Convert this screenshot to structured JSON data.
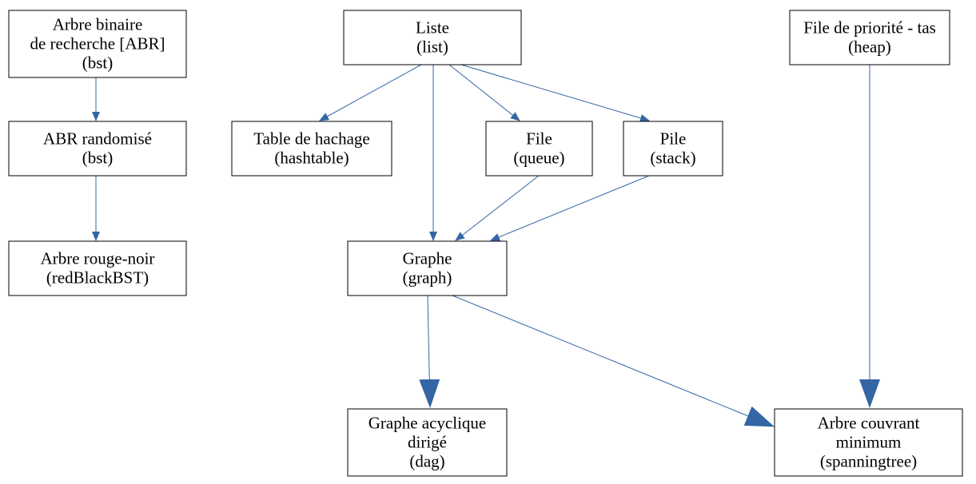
{
  "colors": {
    "edge": "#3465a4",
    "node_border": "#000000",
    "node_fill": "#ffffff",
    "text": "#000000"
  },
  "nodes": [
    {
      "id": "bst",
      "lines": [
        "Arbre binaire",
        "de recherche [ABR]",
        "(bst)"
      ]
    },
    {
      "id": "random-bst",
      "lines": [
        "ABR randomisé",
        "(bst)"
      ]
    },
    {
      "id": "redblack",
      "lines": [
        "Arbre rouge-noir",
        "(redBlackBST)"
      ]
    },
    {
      "id": "list",
      "lines": [
        "Liste",
        "(list)"
      ]
    },
    {
      "id": "hashtable",
      "lines": [
        "Table de hachage",
        "(hashtable)"
      ]
    },
    {
      "id": "queue",
      "lines": [
        "File",
        "(queue)"
      ]
    },
    {
      "id": "stack",
      "lines": [
        "Pile",
        "(stack)"
      ]
    },
    {
      "id": "graph",
      "lines": [
        "Graphe",
        "(graph)"
      ]
    },
    {
      "id": "dag",
      "lines": [
        "Graphe acyclique",
        "dirigé",
        "(dag)"
      ]
    },
    {
      "id": "heap",
      "lines": [
        "File de priorité - tas",
        "(heap)"
      ]
    },
    {
      "id": "spanningtree",
      "lines": [
        "Arbre couvrant",
        "minimum",
        "(spanningtree)"
      ]
    }
  ],
  "edges": [
    {
      "from": "bst",
      "to": "random-bst",
      "arrow": "small"
    },
    {
      "from": "random-bst",
      "to": "redblack",
      "arrow": "small"
    },
    {
      "from": "list",
      "to": "hashtable",
      "arrow": "small"
    },
    {
      "from": "list",
      "to": "queue",
      "arrow": "small"
    },
    {
      "from": "list",
      "to": "stack",
      "arrow": "small"
    },
    {
      "from": "list",
      "to": "graph",
      "arrow": "small"
    },
    {
      "from": "queue",
      "to": "graph",
      "arrow": "small"
    },
    {
      "from": "stack",
      "to": "graph",
      "arrow": "small"
    },
    {
      "from": "graph",
      "to": "dag",
      "arrow": "large"
    },
    {
      "from": "graph",
      "to": "spanningtree",
      "arrow": "large"
    },
    {
      "from": "heap",
      "to": "spanningtree",
      "arrow": "large"
    }
  ]
}
